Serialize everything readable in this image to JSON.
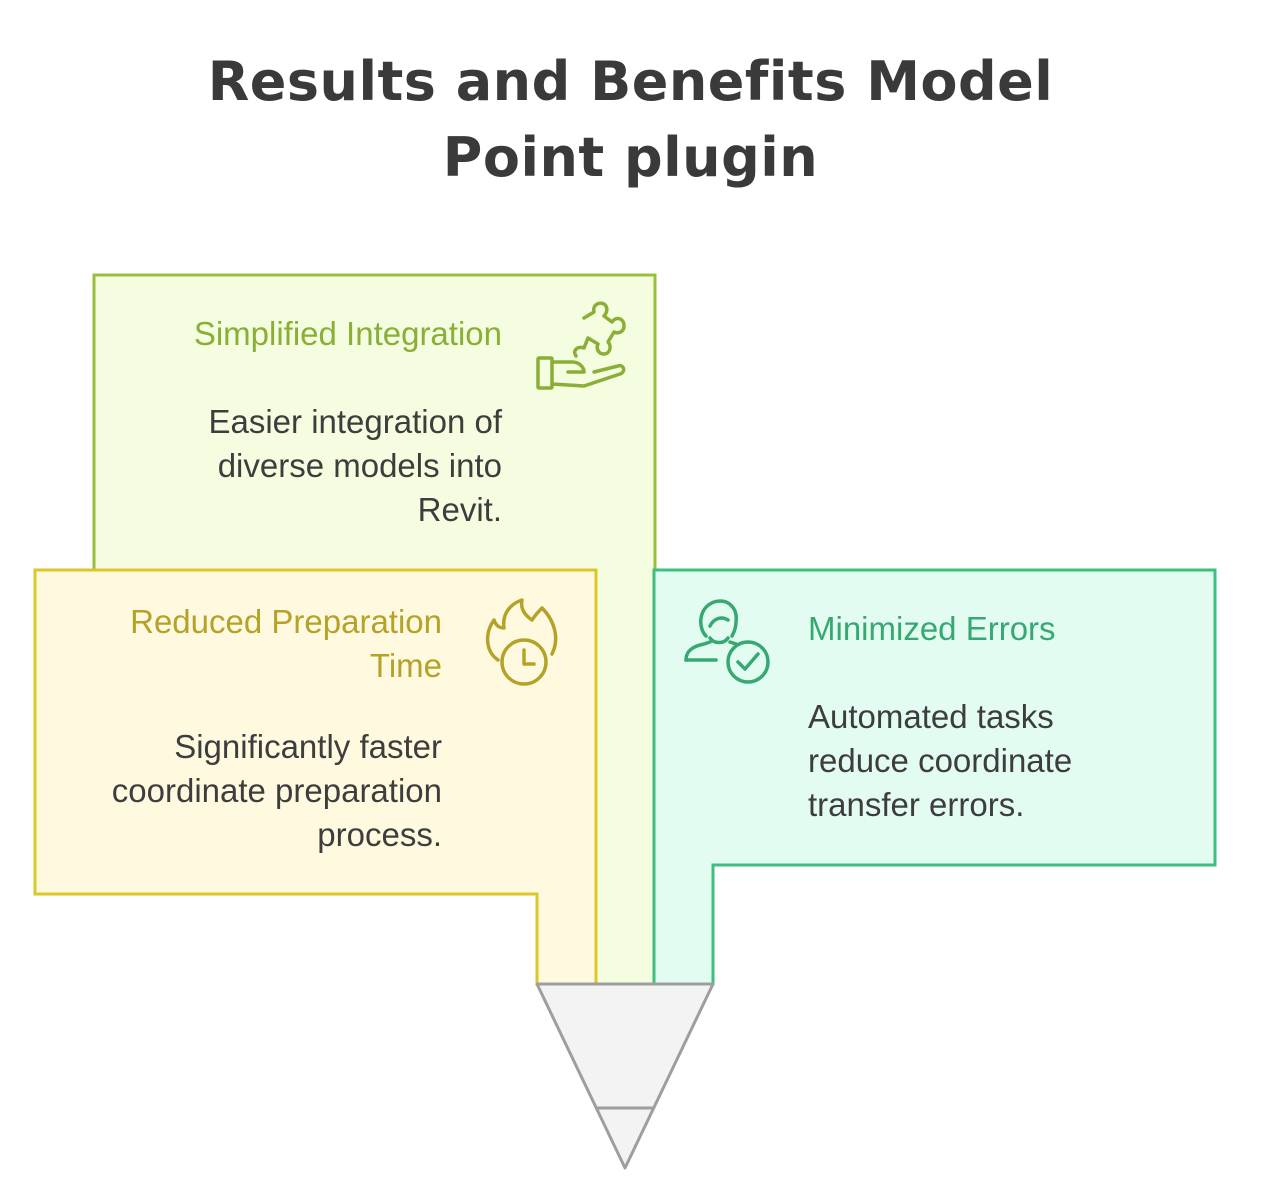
{
  "title": {
    "line1": "Results and Benefits Model",
    "line2": "Point plugin"
  },
  "colors": {
    "green_fill": "#f4fde0",
    "green_border": "#97bf3c",
    "green_text": "#8aae36",
    "yellow_fill": "#fffadf",
    "yellow_border": "#dcc628",
    "yellow_text": "#b5a229",
    "teal_fill": "#e3fcf1",
    "teal_border": "#3ebf80",
    "teal_text": "#36a872",
    "funnel_fill": "#f3f3f3",
    "funnel_border": "#9e9e9e"
  },
  "items": [
    {
      "id": "simplified-integration",
      "title": "Simplified Integration",
      "lines": [
        "Easier integration of",
        "diverse models into",
        "Revit."
      ],
      "icon": "puzzle-hand-icon"
    },
    {
      "id": "reduced-preparation-time",
      "title_lines": [
        "Reduced Preparation",
        "Time"
      ],
      "lines": [
        "Significantly faster",
        "coordinate preparation",
        "process."
      ],
      "icon": "fire-clock-icon"
    },
    {
      "id": "minimized-errors",
      "title": "Minimized Errors",
      "lines": [
        "Automated tasks",
        "reduce coordinate",
        "transfer errors."
      ],
      "icon": "user-check-icon"
    }
  ]
}
